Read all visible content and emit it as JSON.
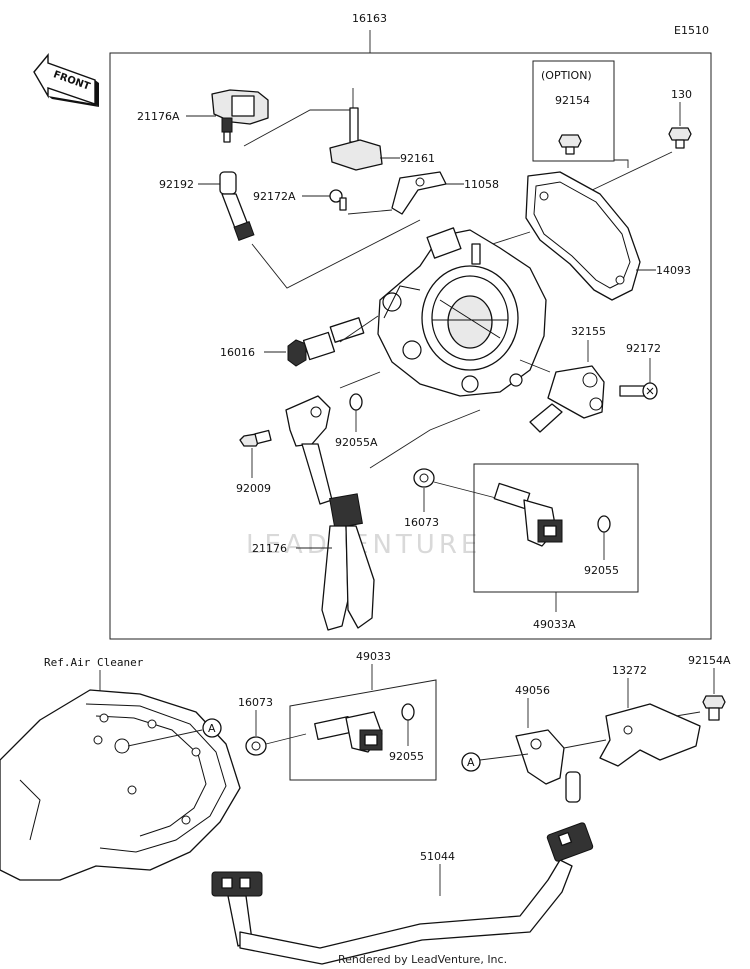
{
  "diagram_code": "E1510",
  "assembly_number": "16163",
  "front_label": "FRONT",
  "option_label": "(OPTION)",
  "ref_label": "Ref.Air Cleaner",
  "callout_a": "A",
  "watermark": "LEADVENTURE",
  "credit": "Rendered by LeadVenture, Inc.",
  "parts": {
    "p21176A": "21176A",
    "p92192": "92192",
    "p92161": "92161",
    "p92172A": "92172A",
    "p11058": "11058",
    "p92154": "92154",
    "p130": "130",
    "p14093": "14093",
    "p16016": "16016",
    "p32155": "32155",
    "p92172": "92172",
    "p92055A": "92055A",
    "p92009": "92009",
    "p16073": "16073",
    "p21176": "21176",
    "p92055": "92055",
    "p49033A": "49033A",
    "p49033": "49033",
    "p16073b": "16073",
    "p92055b": "92055",
    "p49056": "49056",
    "p13272": "13272",
    "p92154A": "92154A",
    "p51044": "51044"
  }
}
